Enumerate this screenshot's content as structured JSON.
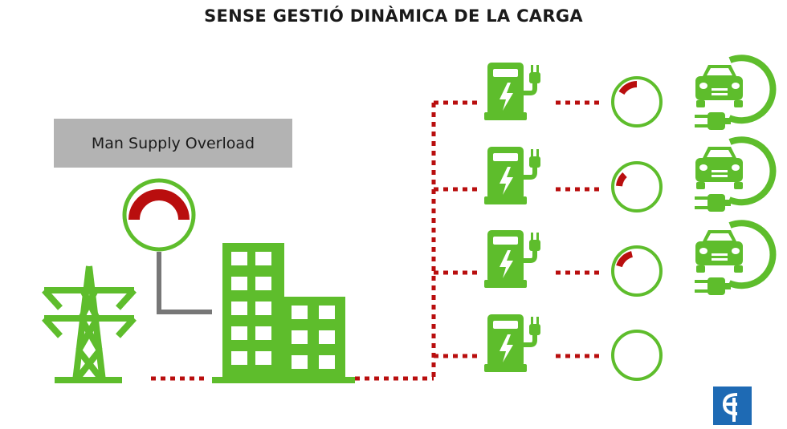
{
  "title": "SENSE GESTIÓ DINÀMICA DE LA CARGA",
  "overload_label": "Man Supply Overload",
  "logo_letters": "",
  "colors": {
    "green": "#5ebd2c",
    "red": "#b90e0e",
    "gray_line": "#777777",
    "box_gray": "#b3b3b3",
    "logo_blue": "#1e6ab4"
  },
  "main_meter": {
    "level": 0.5,
    "state": "overload"
  },
  "chargers": [
    {
      "meter_level": 0.25,
      "car_connected": true
    },
    {
      "meter_level": 0.15,
      "car_connected": true
    },
    {
      "meter_level": 0.2,
      "car_connected": true
    },
    {
      "meter_level": 0,
      "car_connected": false
    }
  ]
}
